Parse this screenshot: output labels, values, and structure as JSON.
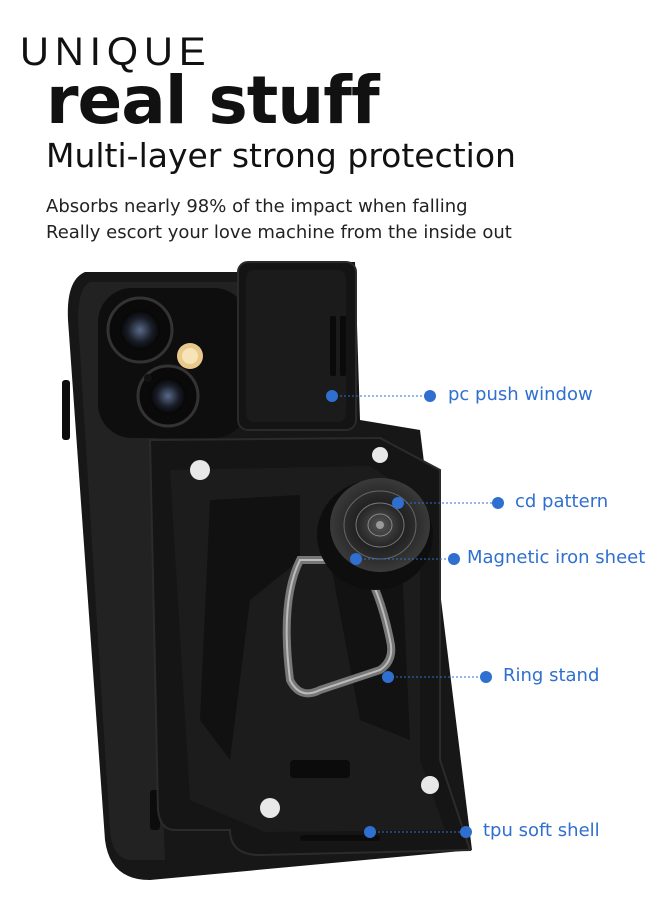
{
  "header": {
    "brand": "UNIQUE",
    "title": "real stuff",
    "subtitle": "Multi-layer strong protection",
    "lines": [
      "Absorbs nearly 98% of the impact when falling",
      "Really escort your love machine from the inside out"
    ]
  },
  "callouts": [
    {
      "label": "pc push window"
    },
    {
      "label": "cd pattern"
    },
    {
      "label": "Magnetic iron sheet"
    },
    {
      "label": "Ring stand"
    },
    {
      "label": "tpu soft shell"
    }
  ],
  "colors": {
    "accent": "#2f6fd0",
    "case": "#141414",
    "text": "#111111"
  }
}
